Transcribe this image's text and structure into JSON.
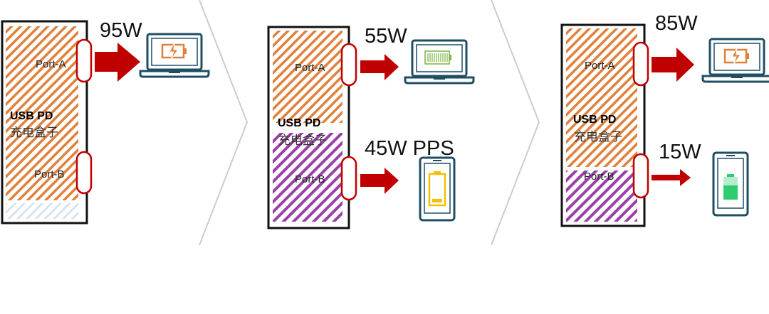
{
  "colors": {
    "orange": "#e0803a",
    "purple": "#9b3fa8",
    "arrow": "#c00000",
    "port_border": "#c00000",
    "device": "#1f4e64",
    "chevron": "#cccccc"
  },
  "panels": [
    {
      "device_title": "USB PD",
      "device_subtitle": "充电盒子",
      "port_a": {
        "label": "Port-A",
        "power": "95W",
        "target": "laptop",
        "battery_icon": "charging-battery-icon"
      },
      "port_b": {
        "label": "Port-B",
        "power": "",
        "target": "none"
      }
    },
    {
      "device_title": "USB PD",
      "device_subtitle": "充电盒子",
      "port_a": {
        "label": "Port-A",
        "power": "55W",
        "target": "laptop",
        "battery_icon": "full-battery-icon"
      },
      "port_b": {
        "label": "Port-B",
        "power": "45W PPS",
        "target": "phone",
        "battery_icon": "low-battery-icon"
      }
    },
    {
      "device_title": "USB PD",
      "device_subtitle": "充电盒子",
      "port_a": {
        "label": "Port-A",
        "power": "85W",
        "target": "laptop",
        "battery_icon": "charging-battery-icon"
      },
      "port_b": {
        "label": "Port-B",
        "power": "15W",
        "target": "phone",
        "battery_icon": "green-battery-icon"
      }
    }
  ]
}
